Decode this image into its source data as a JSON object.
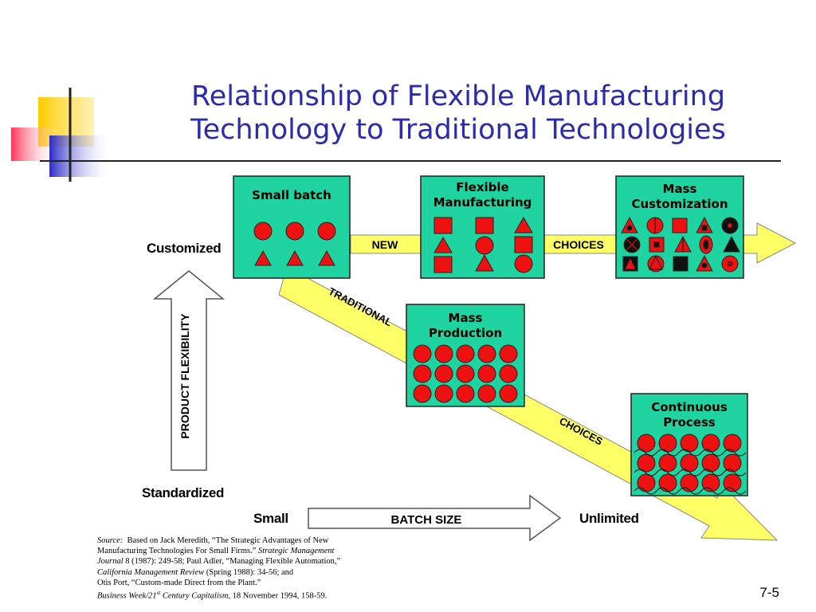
{
  "title": {
    "line1": "Relationship of Flexible Manufacturing",
    "line2": "Technology to Traditional Technologies"
  },
  "boxes": {
    "small_batch": "Small batch",
    "flexible_line1": "Flexible",
    "flexible_line2": "Manufacturing",
    "mass_custom_line1": "Mass",
    "mass_custom_line2": "Customization",
    "mass_prod_line1": "Mass",
    "mass_prod_line2": "Production",
    "continuous_line1": "Continuous",
    "continuous_line2": "Process"
  },
  "arrows": {
    "new": "NEW",
    "choices_top": "CHOICES",
    "traditional": "TRADITIONAL",
    "choices_diag": "CHOICES",
    "product_flexibility": "PRODUCT FLEXIBILITY",
    "batch_size": "BATCH SIZE"
  },
  "axis": {
    "customized": "Customized",
    "standardized": "Standardized",
    "small": "Small",
    "unlimited": "Unlimited"
  },
  "source": {
    "label": "Source:",
    "t1": "Based on Jack Meredith, “The Strategic Advantages of New",
    "t2": "Manufacturing Technologies For Small Firms.”",
    "t3": "Strategic Management",
    "t4": "Journal",
    "t5": "8 (1987):  249-58; Paul Adler, “Managing Flexible Automation,”",
    "t6": "California Management Review",
    "t7": "(Spring 1988): 34-56; and",
    "t8": "Otis Port, “Custom-made Direct from the Plant.”",
    "t9": "Business Week/21",
    "t9sup": "st",
    "t10": "Century Capitalism,",
    "t11": "18 November 1994, 158-59."
  },
  "page_number": "7-5",
  "colors": {
    "title": "#2b2bb0",
    "box": "#1fd4a0",
    "shape": "#ee1111",
    "arrow": "#ffff66",
    "logo_yellow": "#ffcc00",
    "logo_red": "#ff4466",
    "logo_blue": "#3333cc"
  }
}
